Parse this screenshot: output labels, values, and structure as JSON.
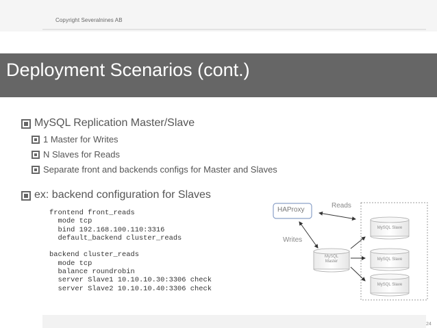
{
  "header": {
    "copyright": "Copyright Severalnines AB"
  },
  "slide": {
    "title": "Deployment Scenarios (cont.)",
    "bullets": {
      "b1": "MySQL Replication Master/Slave",
      "b1_1": "1 Master for Writes",
      "b1_2": "N Slaves for Reads",
      "b1_3": "Separate front and backends configs for Master and Slaves",
      "b2": "ex: backend configuration for Slaves"
    },
    "code": [
      "frontend front_reads",
      "  mode tcp",
      "  bind 192.168.100.110:3316",
      "  default_backend cluster_reads",
      "",
      "backend cluster_reads",
      "  mode tcp",
      "  balance roundrobin",
      "  server Slave1 10.10.10.30:3306 check",
      "  server Slave2 10.10.10.40:3306 check"
    ]
  },
  "diagram": {
    "haproxy": "HAProxy",
    "reads": "Reads",
    "writes": "Writes",
    "master_line1": "MySQL",
    "master_line2": "Master",
    "slave1": "MySQL Slave",
    "slave2": "MySQL Slave",
    "slave3": "MySQL Slave"
  },
  "footer": {
    "page_number": "24"
  },
  "colors": {
    "title_bar": "#666666",
    "text": "#555555",
    "box_border": "#8aa0c8"
  }
}
